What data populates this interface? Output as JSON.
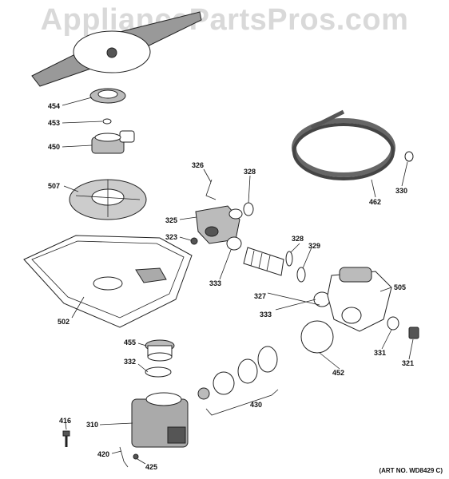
{
  "watermark": "AppliancePartsPros.com",
  "art_number": "(ART NO. WD8429 C)",
  "callouts": {
    "c454": "454",
    "c453": "453",
    "c450": "450",
    "c507": "507",
    "c326": "326",
    "c328a": "328",
    "c325": "325",
    "c323": "323",
    "c333a": "333",
    "c328b": "328",
    "c329": "329",
    "c327": "327",
    "c333b": "333",
    "c505": "505",
    "c462": "462",
    "c330": "330",
    "c502": "502",
    "c455": "455",
    "c332": "332",
    "c430": "430",
    "c452": "452",
    "c331": "331",
    "c321": "321",
    "c416": "416",
    "c310": "310",
    "c420": "420",
    "c425": "425"
  }
}
